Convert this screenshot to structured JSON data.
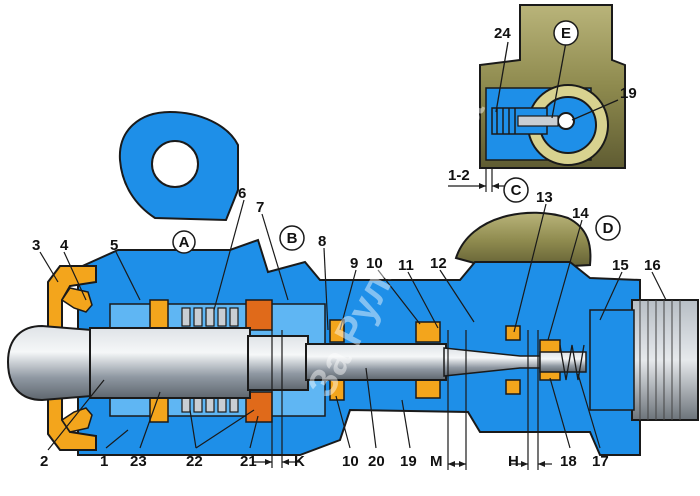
{
  "labels": {
    "n1": "1",
    "n2": "2",
    "n3": "3",
    "n4": "4",
    "n5": "5",
    "n6": "6",
    "n7": "7",
    "n8": "8",
    "n9": "9",
    "n10a": "10",
    "n10b": "10",
    "n11": "11",
    "n12": "12",
    "n13": "13",
    "n14": "14",
    "n15": "15",
    "n16": "16",
    "n17": "17",
    "n18": "18",
    "n19a": "19",
    "n19b": "19",
    "n20": "20",
    "n21": "21",
    "n22": "22",
    "n23": "23",
    "n24": "24"
  },
  "circle_labels": {
    "A": "A",
    "B": "B",
    "C": "C",
    "D": "D",
    "E": "E"
  },
  "dimensions": {
    "K": "K",
    "M": "M",
    "H": "H",
    "gap": "1-2"
  },
  "watermark": "За Рулем Азбука",
  "colors": {
    "body": "#1e8fe8",
    "outline": "#1a1a1a",
    "rod": "#9aa3ad",
    "seal": "#f3a51c",
    "insert": "#e06a1a",
    "olive": "#8e8a4e",
    "white": "#ffffff"
  }
}
